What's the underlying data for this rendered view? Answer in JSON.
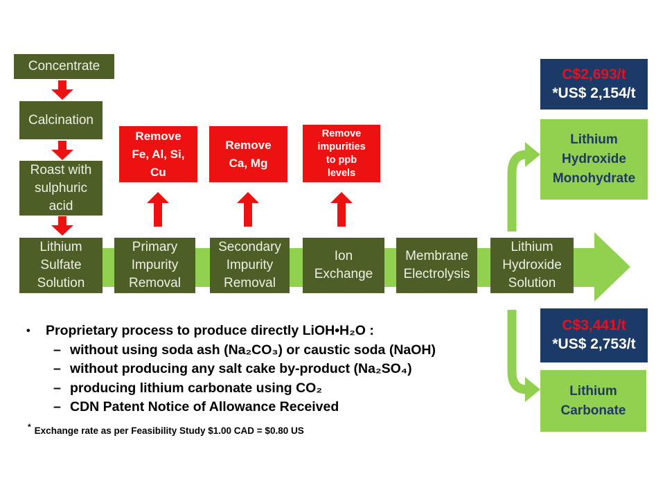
{
  "colors": {
    "olive": "#4e5e27",
    "light_green": "#92d050",
    "navy": "#1b3a68",
    "red": "#ee1111",
    "price_red": "#e8101e",
    "navy_text": "#1f3864"
  },
  "prep_chain": {
    "steps": [
      "Concentrate",
      "Calcination",
      "Roast with\nsulphuric\nacid"
    ]
  },
  "impurity_callouts": [
    "Remove\nFe, Al, Si,\nCu",
    "Remove\nCa, Mg",
    "Remove\nimpurities\nto ppb\nlevels"
  ],
  "process_flow": {
    "steps": [
      "Lithium\nSulfate\nSolution",
      "Primary\nImpurity\nRemoval",
      "Secondary\nImpurity\nRemoval",
      "Ion\nExchange",
      "Membrane\nElectrolysis",
      "Lithium\nHydroxide\nSolution"
    ]
  },
  "products": [
    {
      "price_cad": "C$2,693/t",
      "price_usd": "*US$ 2,154/t",
      "name": "Lithium\nHydroxide\nMonohydrate"
    },
    {
      "price_cad": "C$3,441/t",
      "price_usd": "*US$ 2,753/t",
      "name": "Lithium\nCarbonate"
    }
  ],
  "notes": {
    "bullet_marker": "•",
    "dash_marker": "–",
    "bullet": "Proprietary process to produce directly LiOH•H₂O :",
    "sub_bullets": [
      "without using soda ash (Na₂CO₃) or caustic soda (NaOH)",
      "without producing any salt cake by-product (Na₂SO₄)",
      "producing lithium carbonate using CO₂",
      "CDN Patent Notice of Allowance Received"
    ]
  },
  "footnote": {
    "marker": "*",
    "text": "Exchange rate as per Feasibility Study $1.00 CAD = $0.80 US"
  }
}
